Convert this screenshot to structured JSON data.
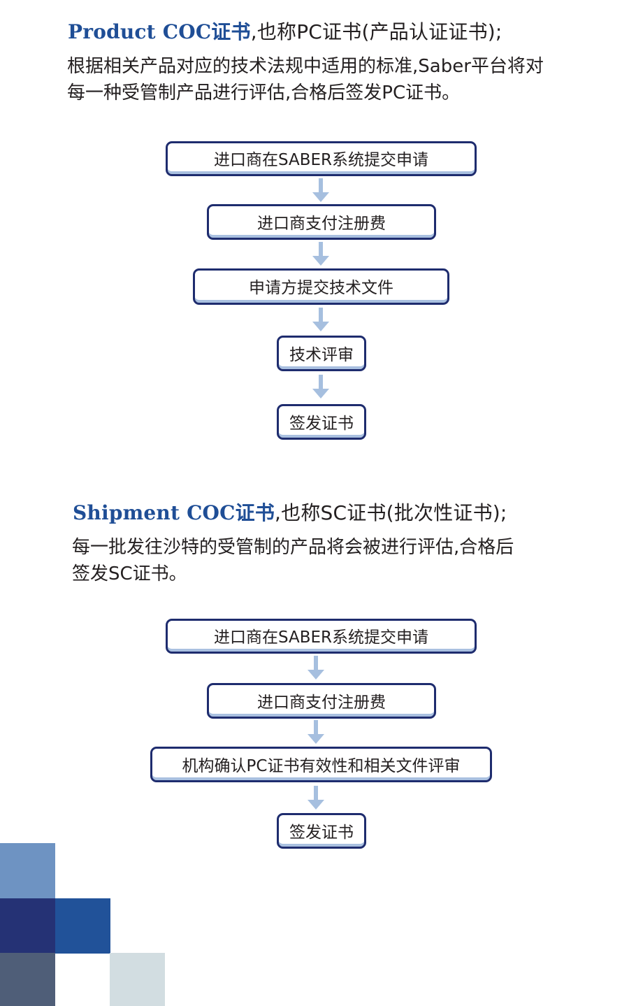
{
  "section_pc": {
    "heading_accent": "Product COC证书",
    "heading_rest": ",也称PC证书(产品认证证书);",
    "description_lines": [
      "根据相关产品对应的技术法规中适用的标准,Saber平台将对",
      "每一种受管制产品进行评估,合格后签发PC证书。"
    ],
    "flow_steps": [
      "进口商在SABER系统提交申请",
      "进口商支付注册费",
      "申请方提交技术文件",
      "技术评审",
      "签发证书"
    ]
  },
  "section_sc": {
    "heading_accent": "Shipment COC证书",
    "heading_rest": ",也称SC证书(批次性证书);",
    "description_lines": [
      "每一批发往沙特的受管制的产品将会被进行评估,合格后",
      "签发SC证书。"
    ],
    "flow_steps": [
      "进口商在SABER系统提交申请",
      "进口商支付注册费",
      "机构确认PC证书有效性和相关文件评审",
      "签发证书"
    ]
  },
  "colors": {
    "accent_blue": "#1f4e96",
    "box_border": "#1e2c6e",
    "box_shadow": "#a9c0e0",
    "arrow": "#a6bfdf",
    "text": "#231f20",
    "deco_light_blue": "#6e93c2",
    "deco_navy": "#253275",
    "deco_blue": "#215299",
    "deco_slate": "#4f5e78",
    "deco_light_gray": "#d2dde1"
  }
}
